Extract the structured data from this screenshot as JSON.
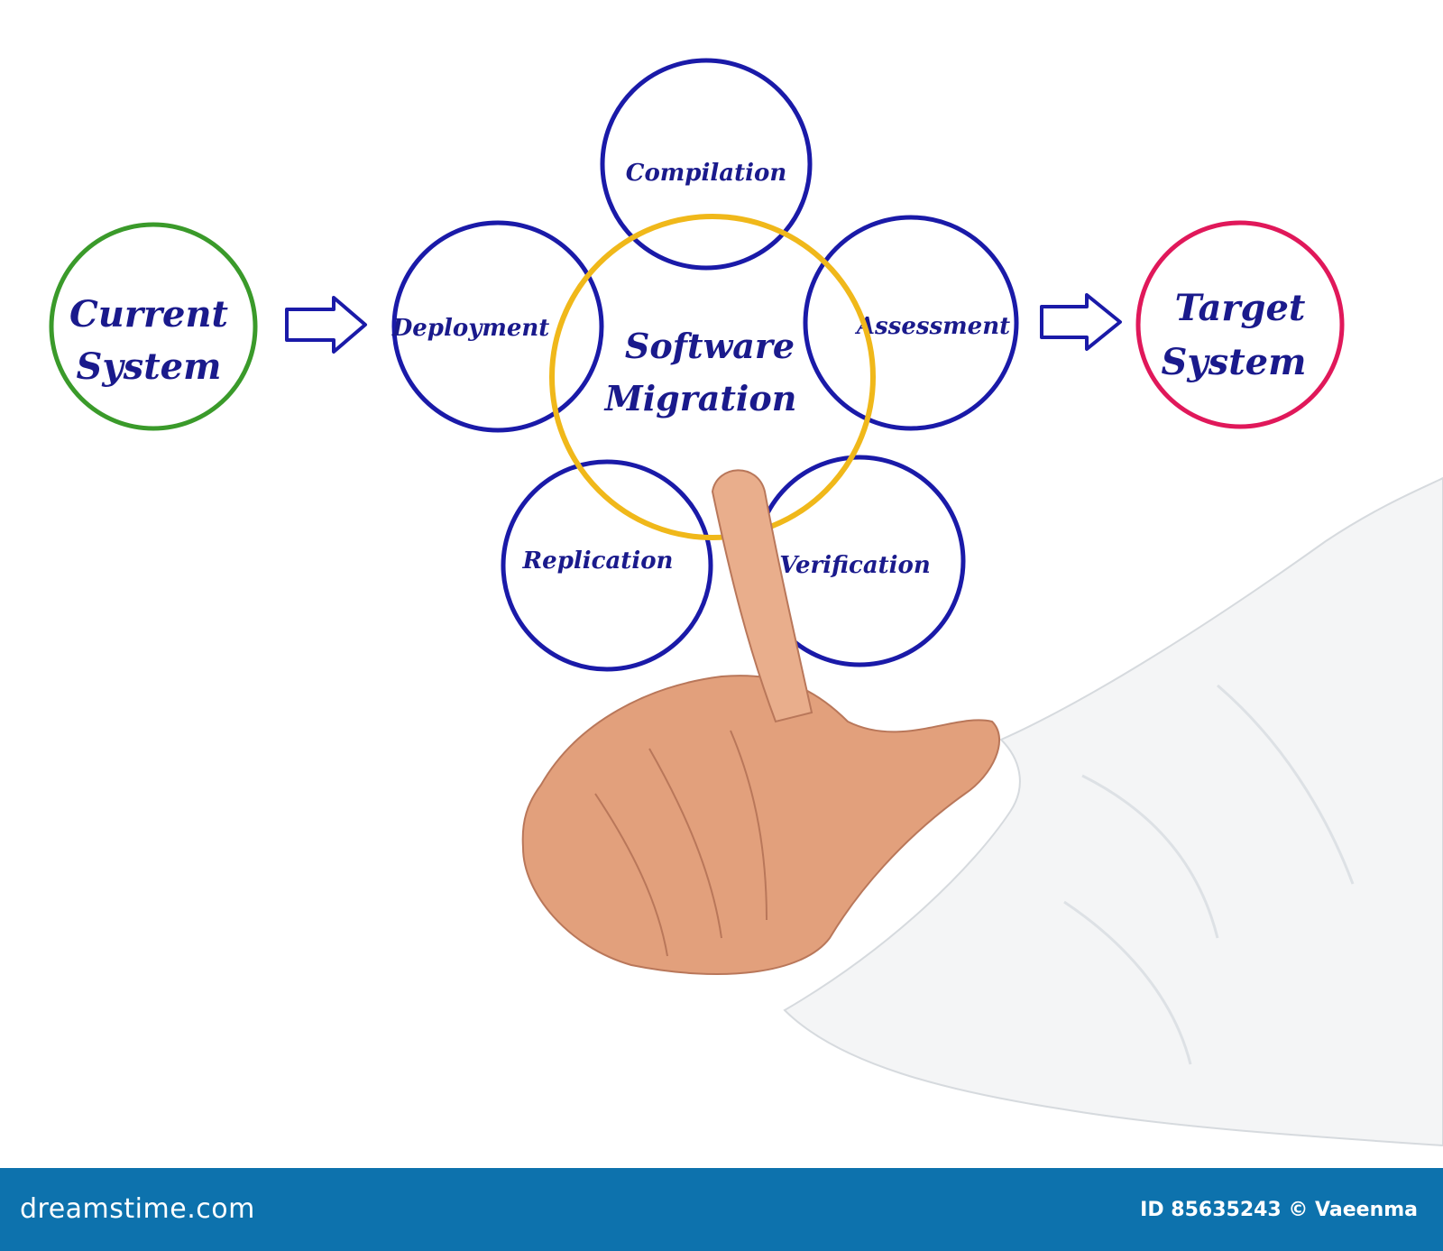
{
  "diagram": {
    "center": {
      "line1": "Software",
      "line2": "Migration"
    },
    "source": {
      "line1": "Current",
      "line2": "System"
    },
    "target": {
      "line1": "Target",
      "line2": "System"
    },
    "stages": {
      "compilation": "Compilation",
      "deployment": "Deployment",
      "assessment": "Assessment",
      "replication": "Replication",
      "verification": "Verification"
    },
    "colors": {
      "stage_circle": "#1a1aa8",
      "center_circle": "#f0b81a",
      "source_circle": "#3a9a2a",
      "target_circle": "#e0185a",
      "text": "#1a1a8c"
    }
  },
  "footer": {
    "site": "dreamstime.com",
    "credit": "ID 85635243 © Vaeenma"
  }
}
